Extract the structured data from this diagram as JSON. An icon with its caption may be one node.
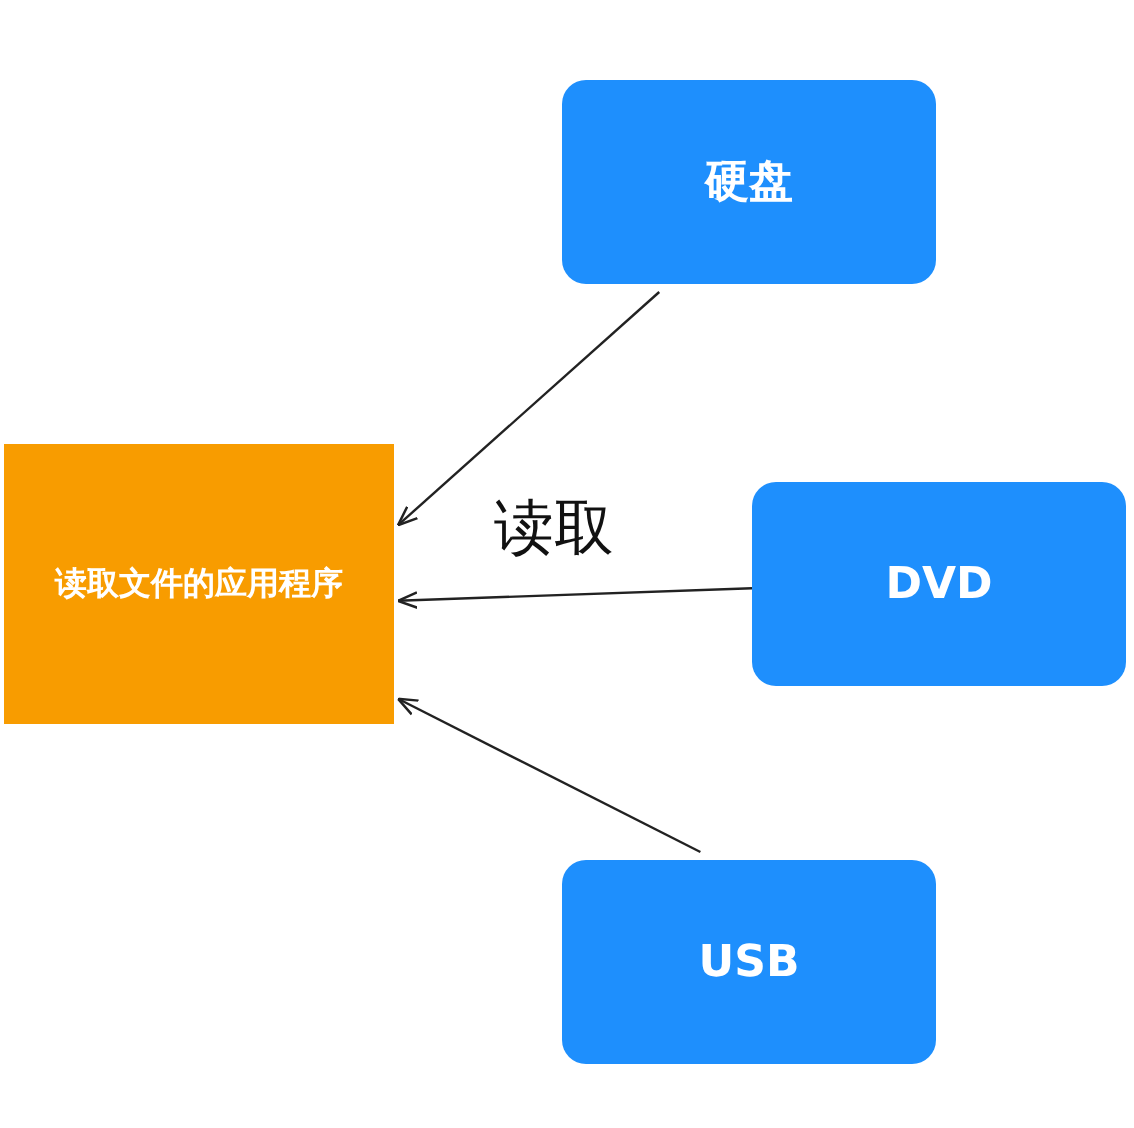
{
  "diagram": {
    "nodes": [
      {
        "text": [
          "读取文件的应用程序"
        ]
      },
      {
        "text": [
          "硬盘"
        ]
      },
      {
        "text": [
          "DVD"
        ]
      },
      {
        "text": [
          "USB"
        ]
      }
    ],
    "edges": [
      {
        "from": 1,
        "to": 0,
        "arrow": "to"
      },
      {
        "from": 2,
        "to": 0,
        "arrow": "to",
        "label": "读取"
      },
      {
        "from": 3,
        "to": 0,
        "arrow": "to"
      }
    ]
  }
}
